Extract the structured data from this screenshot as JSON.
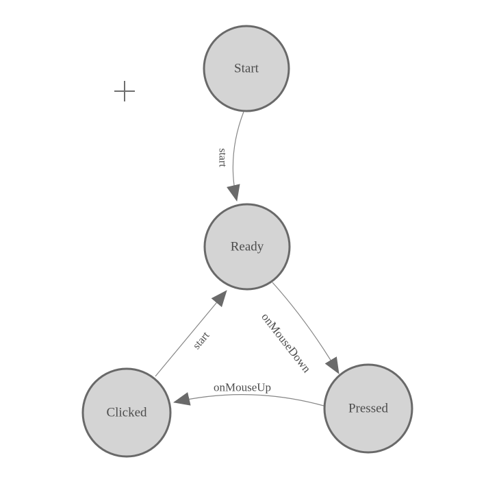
{
  "diagram": {
    "type": "state-machine",
    "background": "#ffffff"
  },
  "colors": {
    "node_fill": "#d4d4d4",
    "node_border": "#696969",
    "node_text": "#4d4d4d",
    "edge_line": "#868686",
    "arrowhead": "#6a6a6a",
    "edge_text": "#4d4d4d",
    "crosshair": "#6e6e6e"
  },
  "icons": {
    "crosshair": "plus"
  },
  "nodes": [
    {
      "id": "start",
      "label": "Start"
    },
    {
      "id": "ready",
      "label": "Ready"
    },
    {
      "id": "clicked",
      "label": "Clicked"
    },
    {
      "id": "pressed",
      "label": "Pressed"
    }
  ],
  "edges": [
    {
      "id": "start-to-ready",
      "from": "Start",
      "to": "Ready",
      "label": "start"
    },
    {
      "id": "ready-to-pressed",
      "from": "Ready",
      "to": "Pressed",
      "label": "onMouseDown"
    },
    {
      "id": "pressed-to-clicked",
      "from": "Pressed",
      "to": "Clicked",
      "label": "onMouseUp"
    },
    {
      "id": "clicked-to-ready",
      "from": "Clicked",
      "to": "Ready",
      "label": "start"
    }
  ]
}
